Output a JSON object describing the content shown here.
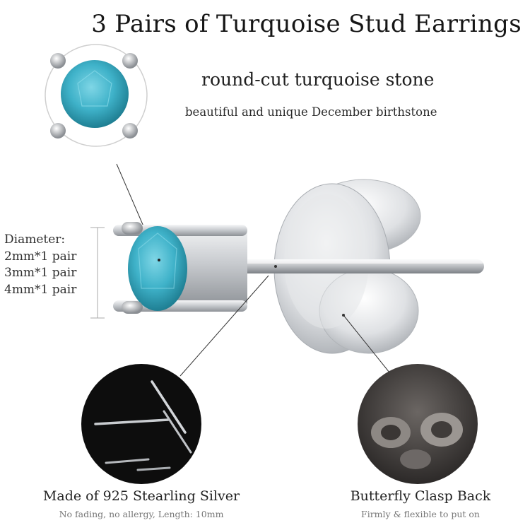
{
  "product": {
    "title": "3 Pairs of Turquoise Stud Earrings",
    "subtitle": "round-cut turquoise stone",
    "tagline": "beautiful and unique December birthstone"
  },
  "diameter": {
    "label": "Diameter:",
    "sizes": [
      "2mm*1 pair",
      "3mm*1 pair",
      "4mm*1 pair"
    ]
  },
  "features": [
    {
      "title": "Made of 925 Stearling Silver",
      "detail": "No fading, no allergy, Length: 10mm"
    },
    {
      "title": "Butterfly Clasp Back",
      "detail": "Firmly & flexible to put on"
    }
  ],
  "colors": {
    "turquoise": "#3fb2c9",
    "silver": "#d8dadd",
    "dark_circle": "#0d0d0d"
  }
}
